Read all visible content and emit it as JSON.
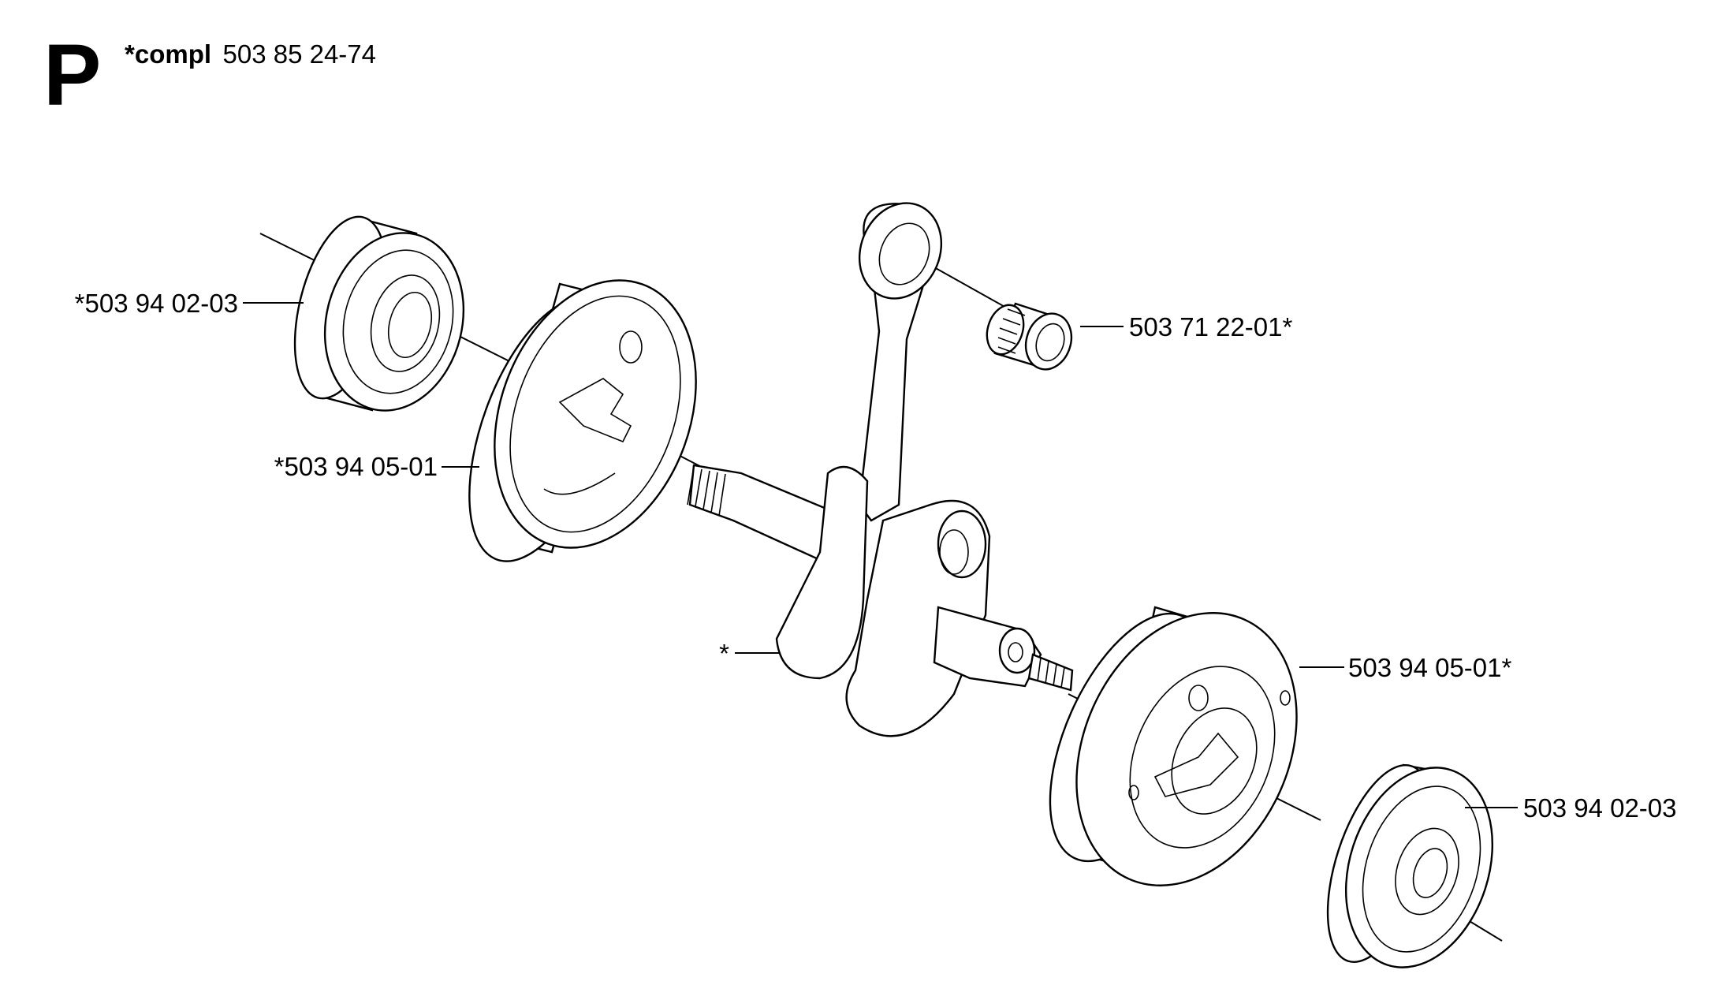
{
  "section": {
    "letter": "P",
    "compl_prefix": "*compl",
    "compl_number": "503 85 24-74"
  },
  "parts": {
    "bearing_left": "*503 94 02-03",
    "flywheel_half_left": "*503 94 05-01",
    "needle_bearing": "503 71 22-01*",
    "crankshaft": "*",
    "flywheel_half_right": "503 94 05-01*",
    "bearing_right": "503 94 02-03"
  }
}
